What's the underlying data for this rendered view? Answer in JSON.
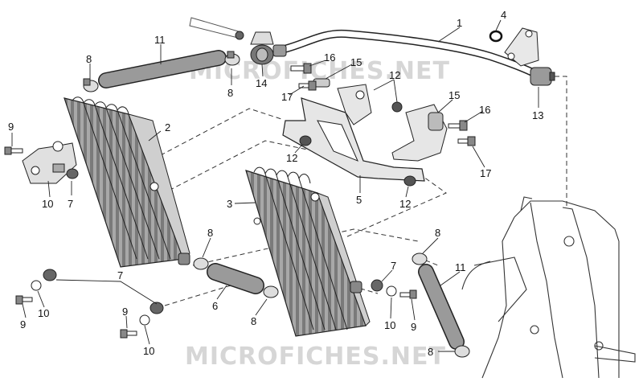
{
  "diagram": {
    "watermark": "MICROFICHES.NET",
    "colors": {
      "line": "#222222",
      "part_fill": "#9a9a9a",
      "light_fill": "#cfcfcf",
      "dark_fill": "#555555",
      "watermark": "#d6d6d6"
    },
    "callouts": [
      {
        "id": "c1",
        "label": "1"
      },
      {
        "id": "c2",
        "label": "2"
      },
      {
        "id": "c3",
        "label": "3"
      },
      {
        "id": "c4",
        "label": "4"
      },
      {
        "id": "c5",
        "label": "5"
      },
      {
        "id": "c6",
        "label": "6"
      },
      {
        "id": "c7a",
        "label": "7"
      },
      {
        "id": "c7b",
        "label": "7"
      },
      {
        "id": "c7c",
        "label": "7"
      },
      {
        "id": "c8a",
        "label": "8"
      },
      {
        "id": "c8b",
        "label": "8"
      },
      {
        "id": "c8c",
        "label": "8"
      },
      {
        "id": "c8d",
        "label": "8"
      },
      {
        "id": "c8e",
        "label": "8"
      },
      {
        "id": "c8f",
        "label": "8"
      },
      {
        "id": "c9a",
        "label": "9"
      },
      {
        "id": "c9b",
        "label": "9"
      },
      {
        "id": "c9c",
        "label": "9"
      },
      {
        "id": "c9d",
        "label": "9"
      },
      {
        "id": "c10a",
        "label": "10"
      },
      {
        "id": "c10b",
        "label": "10"
      },
      {
        "id": "c10c",
        "label": "10"
      },
      {
        "id": "c10d",
        "label": "10"
      },
      {
        "id": "c11a",
        "label": "11"
      },
      {
        "id": "c11b",
        "label": "11"
      },
      {
        "id": "c12a",
        "label": "12"
      },
      {
        "id": "c12b",
        "label": "12"
      },
      {
        "id": "c12c",
        "label": "12"
      },
      {
        "id": "c13",
        "label": "13"
      },
      {
        "id": "c14",
        "label": "14"
      },
      {
        "id": "c15a",
        "label": "15"
      },
      {
        "id": "c15b",
        "label": "15"
      },
      {
        "id": "c16a",
        "label": "16"
      },
      {
        "id": "c16b",
        "label": "16"
      },
      {
        "id": "c17a",
        "label": "17"
      },
      {
        "id": "c17b",
        "label": "17"
      }
    ]
  }
}
